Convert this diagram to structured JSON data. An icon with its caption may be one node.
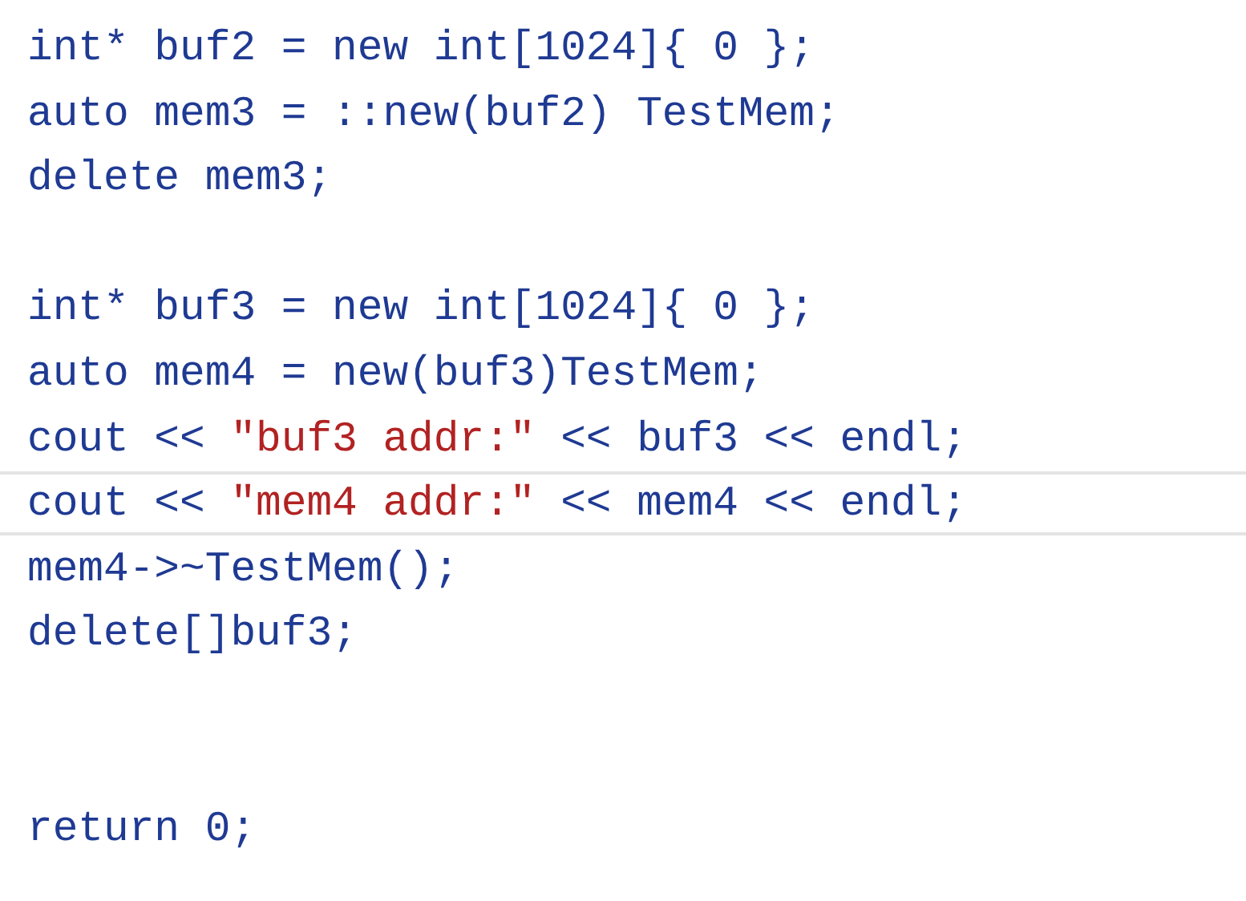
{
  "diagram": {
    "labels": [
      "int* buf2 = new int[1024]{ 0 };",
      "auto mem3 = ::new(buf2) TestMem;",
      "delete mem3;",
      "int* buf3 = new int[1024]{ 0 };",
      "auto mem4 = new(buf3)TestMem;",
      "cout << \"buf3 addr:\" << buf3 << endl;",
      "cout << \"mem4 addr:\" << mem4 << endl;",
      "mem4->~TestMem();",
      "delete[]buf3;",
      "return 0;"
    ]
  }
}
